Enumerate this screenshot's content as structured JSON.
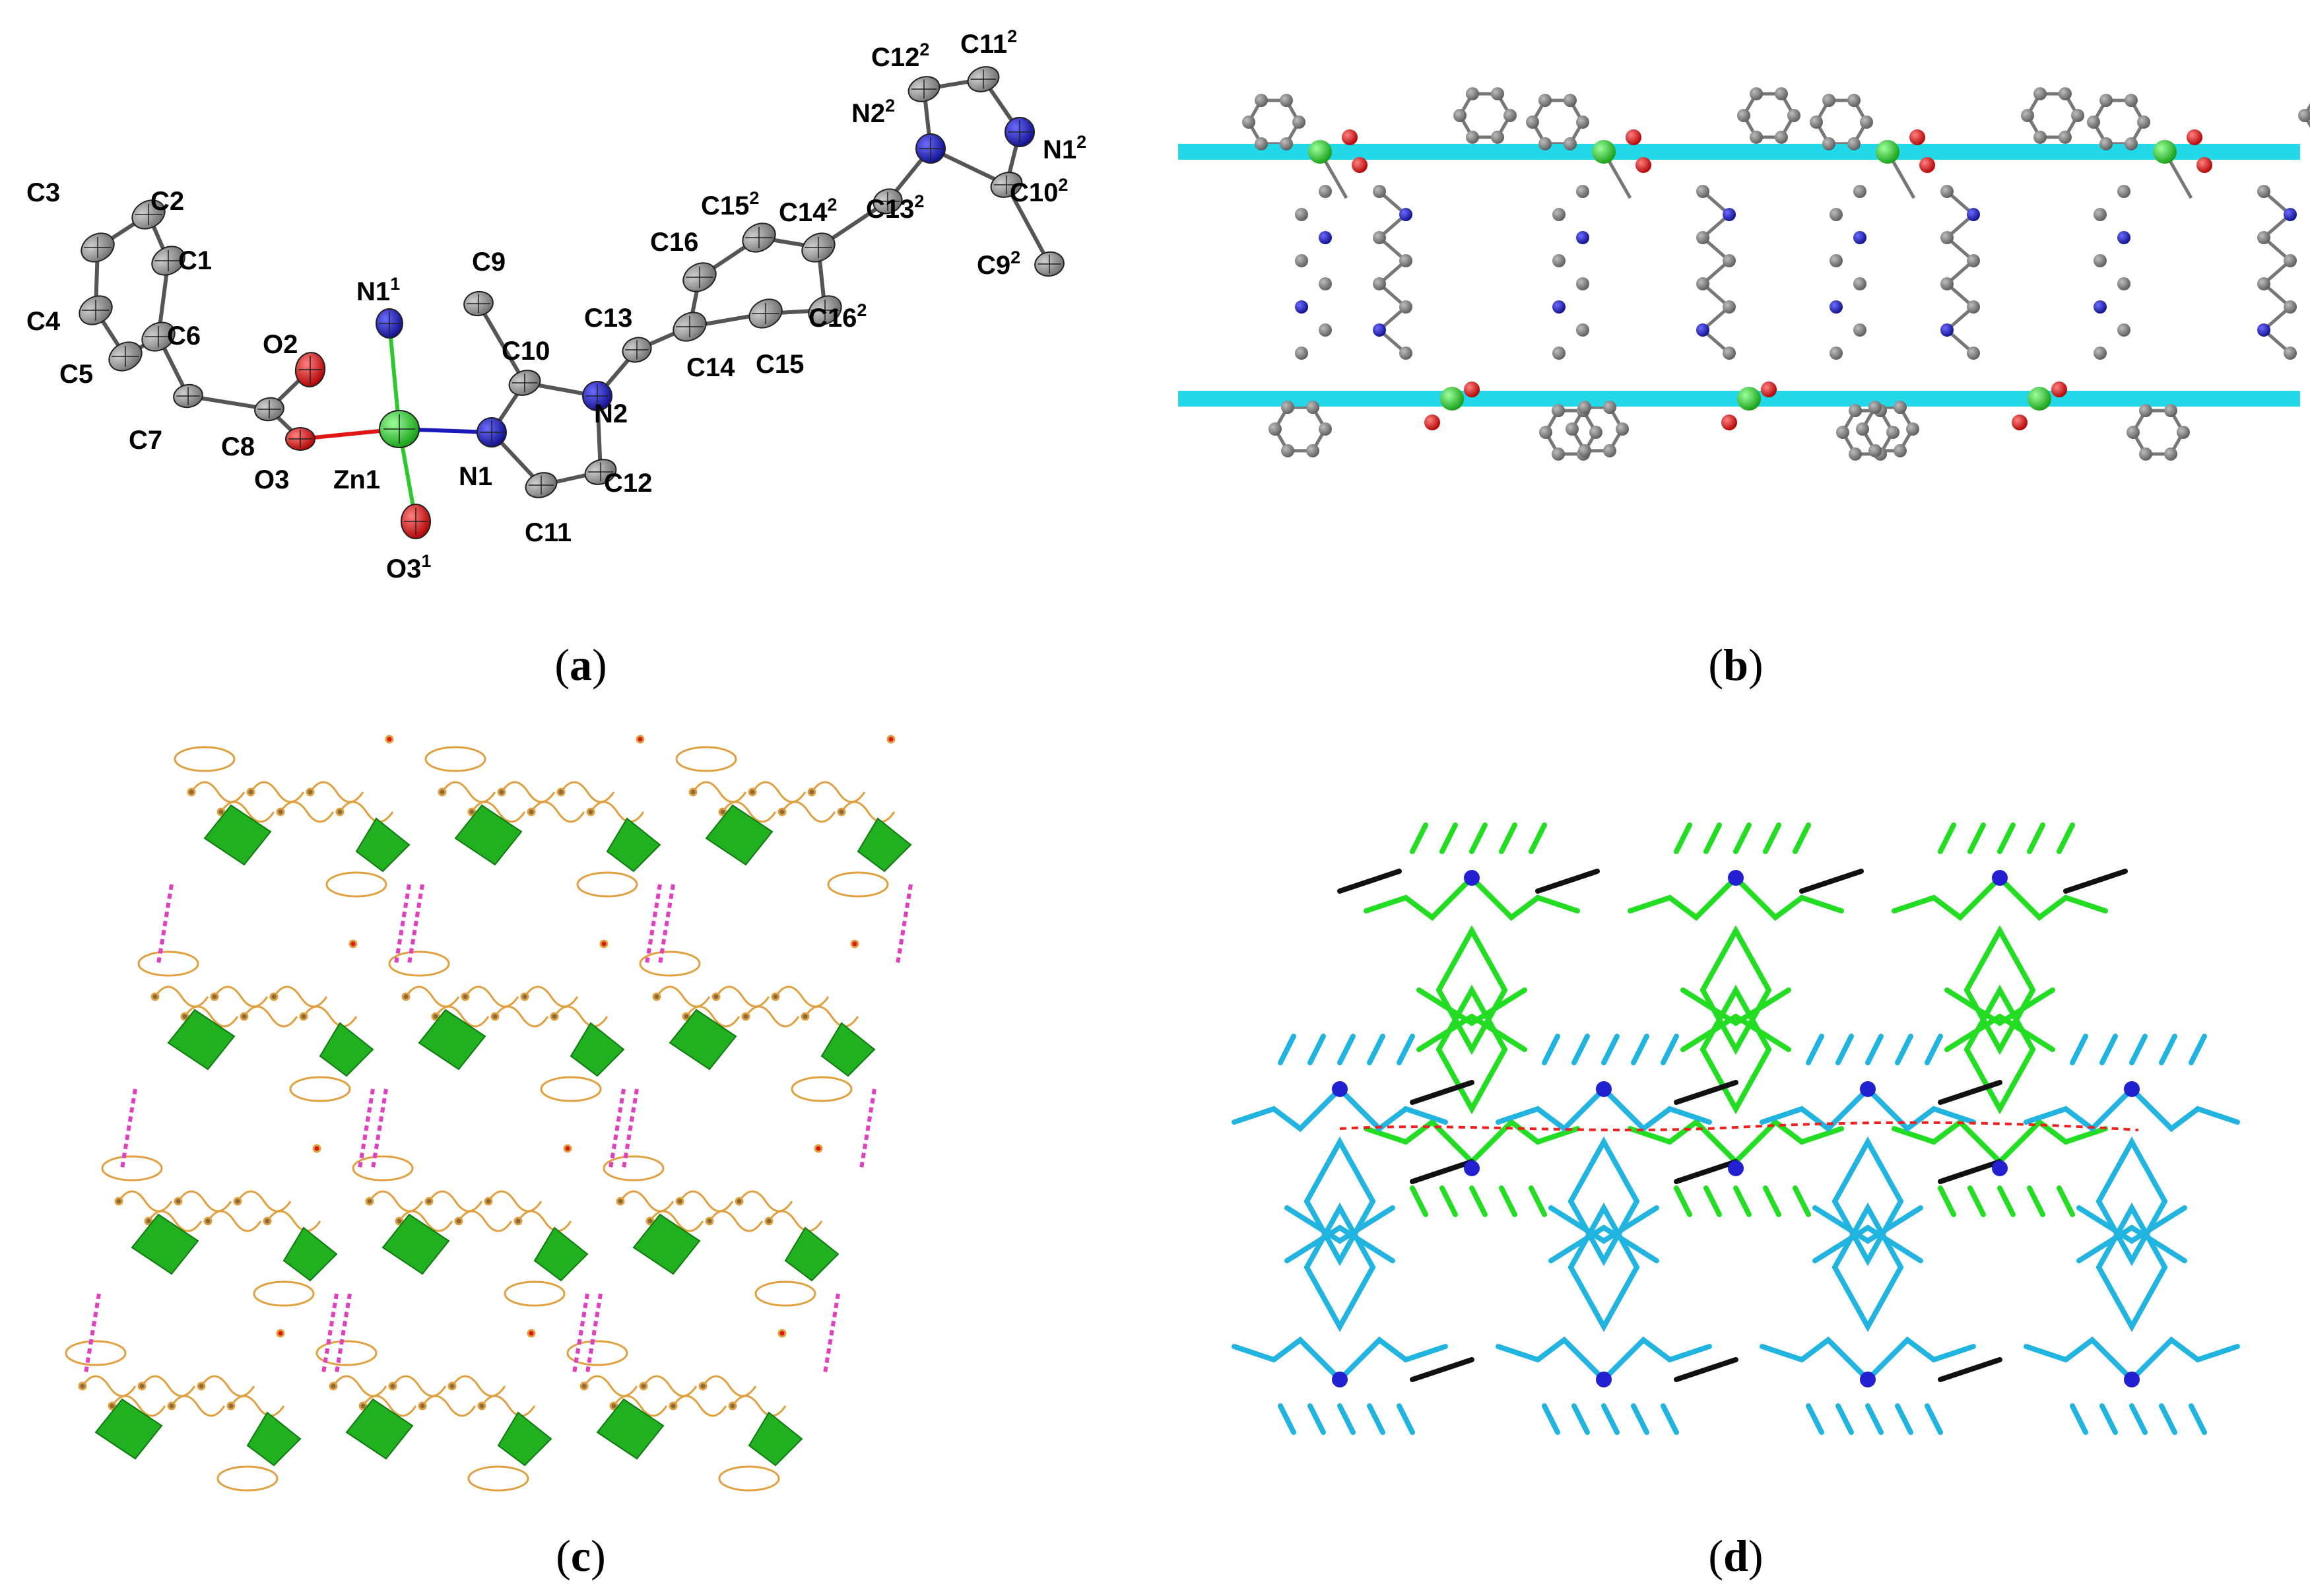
{
  "panels": [
    {
      "id": "a",
      "caption": {
        "open": "(",
        "letter": "a",
        "close": ")"
      }
    },
    {
      "id": "b",
      "caption": {
        "open": "(",
        "letter": "b",
        "close": ")"
      }
    },
    {
      "id": "c",
      "caption": {
        "open": "(",
        "letter": "c",
        "close": ")"
      }
    },
    {
      "id": "d",
      "caption": {
        "open": "(",
        "letter": "d",
        "close": ")"
      }
    }
  ],
  "atom_labels": [
    {
      "base": "C2",
      "sup": ""
    },
    {
      "base": "C3",
      "sup": ""
    },
    {
      "base": "C1",
      "sup": ""
    },
    {
      "base": "C4",
      "sup": ""
    },
    {
      "base": "C6",
      "sup": ""
    },
    {
      "base": "C5",
      "sup": ""
    },
    {
      "base": "C7",
      "sup": ""
    },
    {
      "base": "C8",
      "sup": ""
    },
    {
      "base": "O2",
      "sup": ""
    },
    {
      "base": "O3",
      "sup": ""
    },
    {
      "base": "N1",
      "sup": "1"
    },
    {
      "base": "Zn1",
      "sup": ""
    },
    {
      "base": "O3",
      "sup": "1"
    },
    {
      "base": "C9",
      "sup": ""
    },
    {
      "base": "C10",
      "sup": ""
    },
    {
      "base": "N1",
      "sup": ""
    },
    {
      "base": "C11",
      "sup": ""
    },
    {
      "base": "C12",
      "sup": ""
    },
    {
      "base": "N2",
      "sup": ""
    },
    {
      "base": "C13",
      "sup": ""
    },
    {
      "base": "C16",
      "sup": ""
    },
    {
      "base": "C14",
      "sup": ""
    },
    {
      "base": "C15",
      "sup": ""
    },
    {
      "base": "C15",
      "sup": "2"
    },
    {
      "base": "C14",
      "sup": "2"
    },
    {
      "base": "C16",
      "sup": "2"
    },
    {
      "base": "N2",
      "sup": "2"
    },
    {
      "base": "C13",
      "sup": "2"
    },
    {
      "base": "C12",
      "sup": "2"
    },
    {
      "base": "C11",
      "sup": "2"
    },
    {
      "base": "N1",
      "sup": "2"
    },
    {
      "base": "C10",
      "sup": "2"
    },
    {
      "base": "C9",
      "sup": "2"
    }
  ],
  "colors": {
    "carbon_ellipsoid": "#8c8c8c",
    "nitrogen": "#1a1ab8",
    "oxygen": "#e01515",
    "zinc": "#2ec82e",
    "chain_axis": "#22d8e8",
    "ball_carbon": "#7a7a7a",
    "ligand_orange": "#e0a040",
    "polyhedron_green": "#20b020",
    "hbond_magenta": "#e040c0",
    "net_green": "#22dd22",
    "net_cyan": "#22b4e0",
    "net_blue": "#2020d0",
    "net_black": "#111111",
    "net_red_dash": "#ee2020"
  }
}
